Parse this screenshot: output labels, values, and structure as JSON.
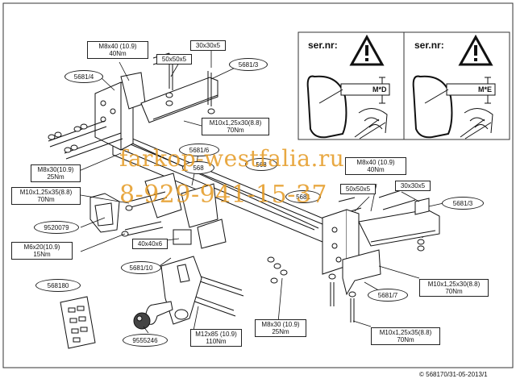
{
  "watermark": {
    "site": "farkop-westfalia.ru",
    "phone": "8-929-941-15-37",
    "color": "#e59a22"
  },
  "warning_panels": [
    {
      "ser_label": "ser.nr:",
      "plate_code": "M*D"
    },
    {
      "ser_label": "ser.nr:",
      "plate_code": "M*E"
    }
  ],
  "labels": {
    "m8x40_top": [
      "M8x40 (10.9)",
      "40Nm"
    ],
    "s30x30x5_top": "30x30x5",
    "s50x50x5_top": "50x50x5",
    "p5681_3_top": "5681/3",
    "p5681_4": "5681/4",
    "m10x125x30_top": [
      "M10x1,25x30(8.8)",
      "70Nm"
    ],
    "p5681_6": "5681/6",
    "p568_cut": "568",
    "p568_cut2": "568",
    "m8x30_left": [
      "M8x30(10.9)",
      "25Nm"
    ],
    "m10x125x35_left": [
      "M10x1,25x35(8.8)",
      "70Nm"
    ],
    "p9520079": "9520079",
    "m6x20": [
      "M6x20(10.9)",
      "15Nm"
    ],
    "s40x40x6": "40x40x6",
    "p5681_10": "5681/10",
    "p568180": "568180",
    "p9555246": "9555246",
    "m12x85": [
      "M12x85 (10.9)",
      "110Nm"
    ],
    "m8x40_right": [
      "M8x40 (10.9)",
      "40Nm"
    ],
    "s50x50x5_right": "50x50x5",
    "s30x30x5_right": "30x30x5",
    "p5681_3_right": "5681/3",
    "p5681_cut": "5681",
    "m10x125x30_right": [
      "M10x1,25x30(8.8)",
      "70Nm"
    ],
    "p5681_7": "5681/7",
    "m8x30_bottom": [
      "M8x30 (10.9)",
      "25Nm"
    ],
    "m10x125x35_bottom": [
      "M10x1,25x35(8.8)",
      "70Nm"
    ]
  },
  "copyright": "© 568170/31-05-2013/1"
}
